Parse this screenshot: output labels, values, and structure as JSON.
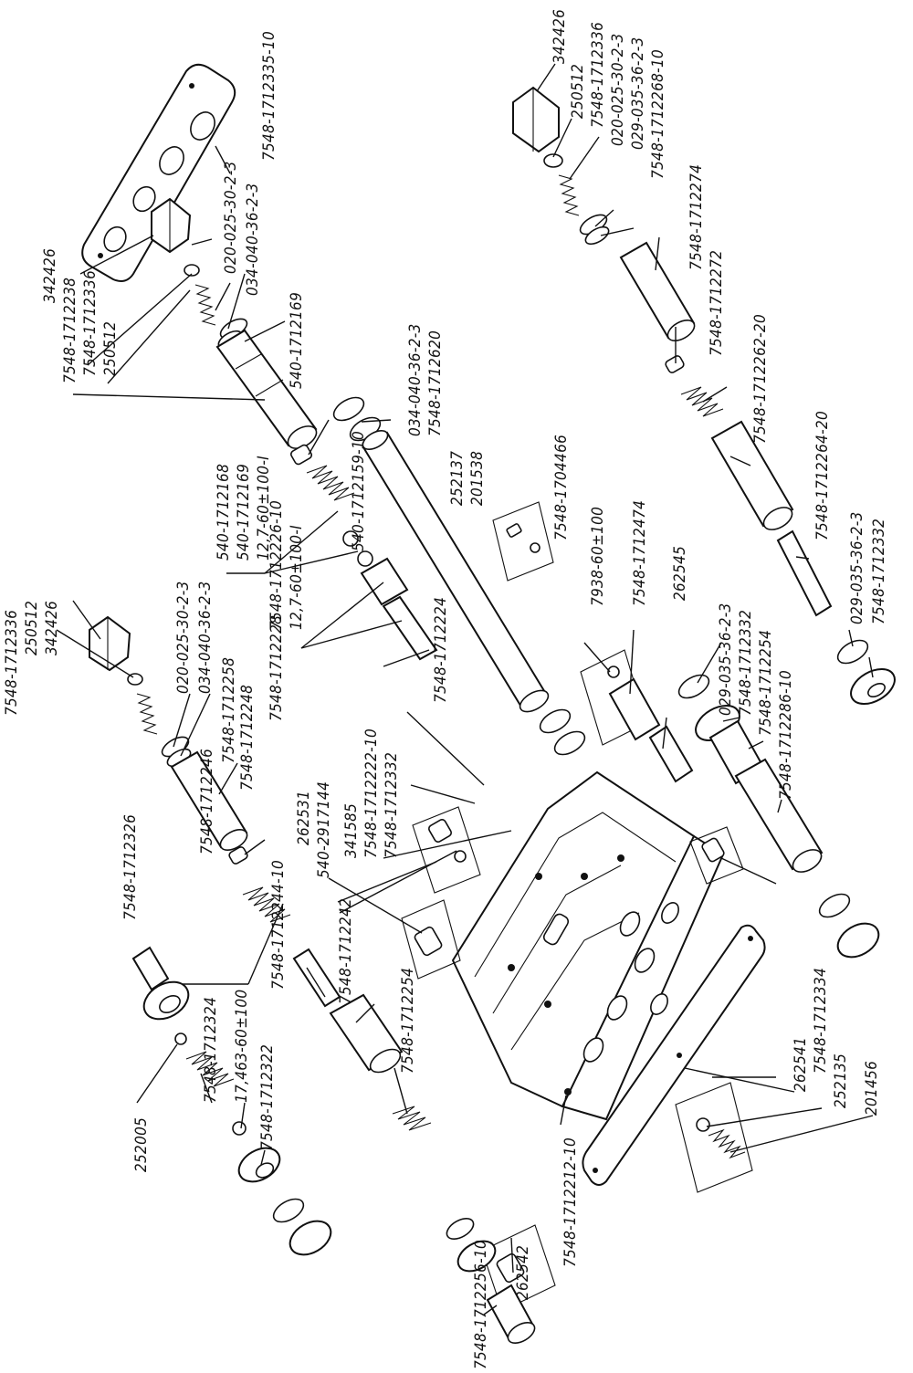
{
  "colors": {
    "ink": "#111111",
    "paper": "#ffffff"
  },
  "labels": {
    "p7548_1712335_10": "7548-1712335-10",
    "p342426_a": "342426",
    "p7548_1712238": "7548-1712238",
    "p7548_1712336_a": "7548-1712336",
    "p250512_a": "250512",
    "p020_025_30_a": "020-025-30-2-3",
    "p034_040_36_a": "034-040-36-2-3",
    "p540_1712169_a": "540-1712169",
    "p034_040_36_b": "034-040-36-2-3",
    "p7548_1712620": "7548-1712620",
    "p540_1712159_10": "540-1712159-10",
    "p252137": "252137",
    "p201538": "201538",
    "p7548_1704466": "7548-1704466",
    "p540_1712168": "540-1712168",
    "p540_1712169_b": "540-1712169",
    "p127_60_100_a": "12,7-60±100-I",
    "p7548_1712226_10": "7548-1712226-10",
    "p127_60_100_b": "12,7-60±100-I",
    "p7548_1712228": "7548-1712228",
    "p7548_1712224": "7548-1712224",
    "p7548_1712336_b": "7548-1712336",
    "p250512_b": "250512",
    "p342426_b": "342426",
    "p020_025_30_b": "020-025-30-2-3",
    "p034_040_36_c": "034-040-36-2-3",
    "p7548_1712258": "7548-1712258",
    "p7548_1712248": "7548-1712248",
    "p7548_1712246": "7548-1712246",
    "p262531": "262531",
    "p540_2917144": "540-2917144",
    "p341585": "341585",
    "p7548_1712222_10": "7548-1712222-10",
    "p7548_1712332_a": "7548-1712332",
    "p7548_1712326": "7548-1712326",
    "p7548_1712244_10": "7548-1712244-10",
    "p7548_1712242": "7548-1712242",
    "p7548_1712254_a": "7548-1712254",
    "p7548_1712324": "7548-1712324",
    "p17463_60_100": "17,463-60±100",
    "p7548_1712322": "7548-1712322",
    "p252005": "252005",
    "p262542": "262542",
    "p7548_1712212_10": "7548-1712212-10",
    "p7548_1712256_10": "7548-1712256-10",
    "p342426_c": "342426",
    "p250512_c": "250512",
    "p7548_1712336_c": "7548-1712336",
    "p020_025_30_c": "020-025-30-2-3",
    "p029_035_36_a": "029-035-36-2-3",
    "p7548_1712268_10": "7548-1712268-10",
    "p7548_1712274": "7548-1712274",
    "p7548_1712272": "7548-1712272",
    "p7548_1712262_20": "7548-1712262-20",
    "p7548_1712264_20": "7548-1712264-20",
    "p029_035_36_b": "029-035-36-2-3",
    "p7548_1712332_b": "7548-1712332",
    "p7938_60_100": "7938-60±100",
    "p7548_1712474": "7548-1712474",
    "p262545": "262545",
    "p029_035_36_c": "029-035-36-2-3",
    "p7548_1712332_c": "7548-1712332",
    "p7548_1712254_b": "7548-1712254",
    "p7548_1712286_10": "7548-1712286-10",
    "p262541": "262541",
    "p7548_1712334": "7548-1712334",
    "p252135": "252135",
    "p201456": "201456"
  }
}
